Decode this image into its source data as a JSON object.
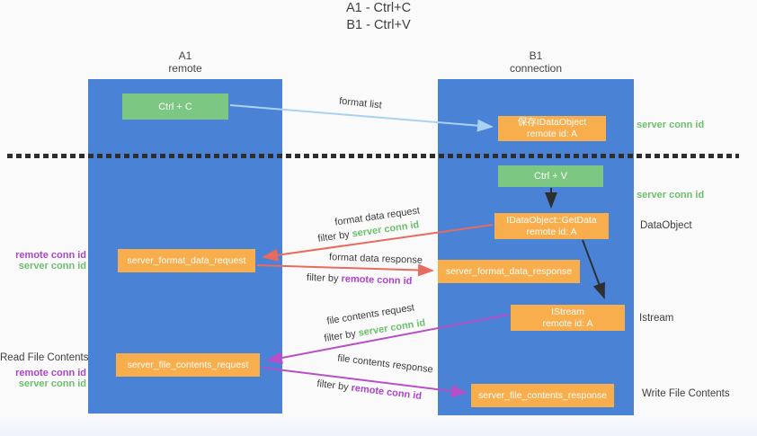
{
  "title": {
    "line1": "A1 - Ctrl+C",
    "line2": "B1 - Ctrl+V"
  },
  "columns": {
    "left": {
      "id": "A1",
      "subtitle": "remote"
    },
    "right": {
      "id": "B1",
      "subtitle": "connection"
    }
  },
  "nodes": {
    "ctrl_c": {
      "label": "Ctrl + C"
    },
    "save_idataobject": {
      "line1": "保存IDataObject",
      "line2": "remote id: A"
    },
    "ctrl_v": {
      "label": "Ctrl + V"
    },
    "getdata": {
      "line1": "IDataObject::GetData",
      "line2": "remote id: A"
    },
    "format_request": {
      "label": "server_format_data_request"
    },
    "format_response": {
      "label": "server_format_data_response"
    },
    "istream": {
      "line1": "IStream",
      "line2": "remote id: A"
    },
    "file_request": {
      "label": "server_file_contents_request"
    },
    "file_response": {
      "label": "server_file_contents_response"
    }
  },
  "side_labels": {
    "server_conn_id_top": "server conn id",
    "server_conn_id_mid": "server conn id",
    "dataobject": "DataObject",
    "istream": "Istream",
    "write_file_contents": "Write File Contents",
    "read_file_contents": "Read File Contents",
    "format_remote_conn_id": "remote conn id",
    "format_server_conn_id": "server conn id",
    "file_remote_conn_id": "remote conn id",
    "file_server_conn_id": "server conn id"
  },
  "arrow_labels": {
    "format_list": "format list",
    "format_data_request": "format data request",
    "format_request_filter": {
      "prefix": "filter by ",
      "highlight": "server conn id"
    },
    "format_data_response": "format data response",
    "format_response_filter": {
      "prefix": "filter by ",
      "highlight": "remote conn id"
    },
    "file_contents_request": "file contents request",
    "file_request_filter": {
      "prefix": "filter by ",
      "highlight": "server conn id"
    },
    "file_contents_response": "file contents response",
    "file_response_filter": {
      "prefix": "filter by ",
      "highlight": "remote conn id"
    }
  },
  "colors": {
    "column_blue": "#4a82d6",
    "box_green": "#7cc781",
    "box_orange": "#f9ae4d",
    "arrow_red": "#e96a5e",
    "arrow_magenta": "#b94fc6",
    "arrow_light_blue": "#a9d2f0",
    "arrow_black": "#2f2f2f",
    "label_green": "#6cbf6c",
    "label_purple": "#ad44cc"
  }
}
